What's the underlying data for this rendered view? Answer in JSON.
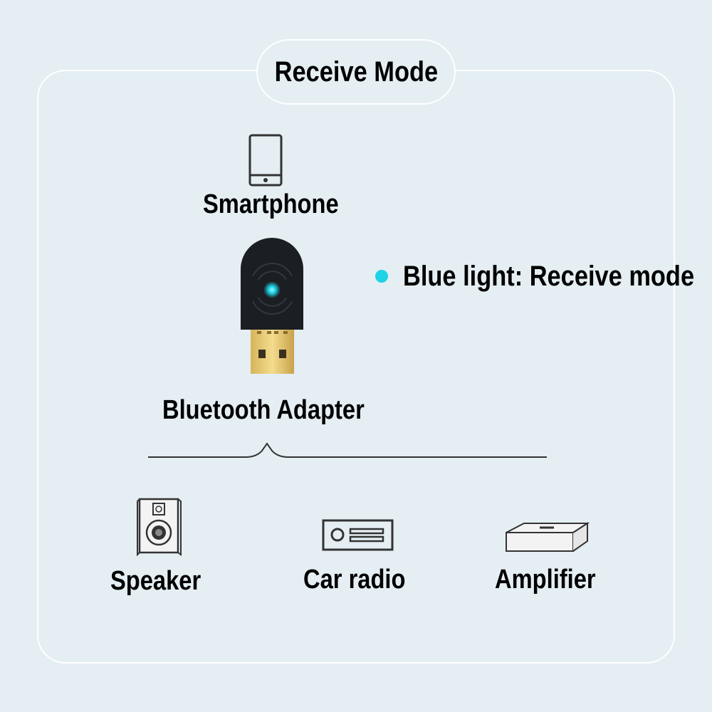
{
  "title": "Receive Mode",
  "source": {
    "label": "Smartphone",
    "icon": "smartphone-icon"
  },
  "adapter": {
    "label": "Bluetooth Adapter",
    "icon": "usb-bluetooth-adapter-icon"
  },
  "indicator": {
    "label": "Blue light: Receive mode",
    "color": "#1fd3e6"
  },
  "outputs": [
    {
      "label": "Speaker",
      "icon": "speaker-icon"
    },
    {
      "label": "Car radio",
      "icon": "car-radio-icon"
    },
    {
      "label": "Amplifier",
      "icon": "amplifier-icon"
    }
  ],
  "colors": {
    "background": "#e4eef3",
    "frame": "#ffffff",
    "line": "#333333"
  }
}
